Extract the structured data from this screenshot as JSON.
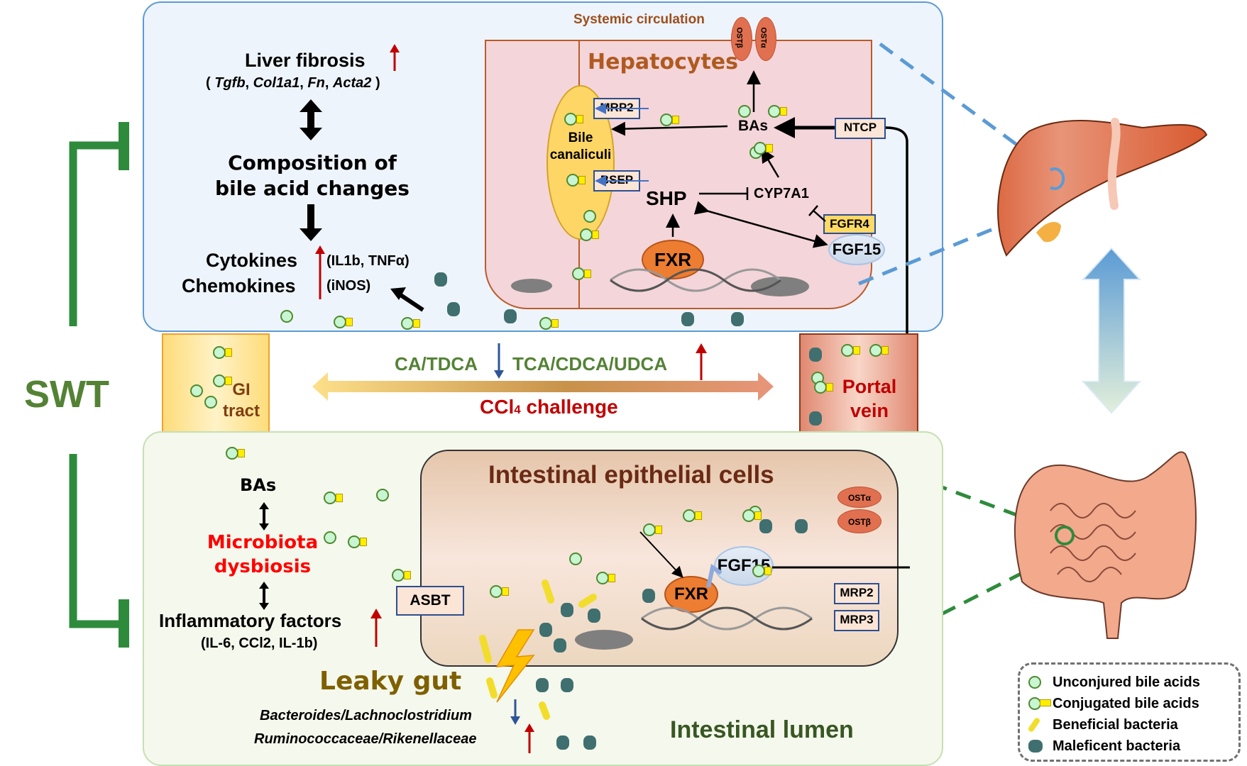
{
  "swt_label": "SWT",
  "liver_panel": {
    "liver_fibrosis": "Liver fibrosis",
    "fibrosis_genes": [
      "Tgfb",
      "Col1a1",
      "Fn",
      "Acta2"
    ],
    "composition_line1": "Composition of",
    "composition_line2": "bile acid changes",
    "cytokines": "Cytokines",
    "cytokines_detail": "(IL1b, TNFα)",
    "chemokines": "Chemokines",
    "chemokines_detail": "(iNOS)",
    "systemic_circulation": "Systemic circulation",
    "hepatocytes": "Hepatocytes",
    "bile_canaliculi_line1": "Bile",
    "bile_canaliculi_line2": "canaliculi",
    "mrp2": "MRP2",
    "bsep": "BSEP",
    "bas": "BAs",
    "ntcp": "NTCP",
    "shp": "SHP",
    "cyp7a1": "CYP7A1",
    "fgfr4": "FGFR4",
    "fgf15": "FGF15",
    "fxr": "FXR",
    "ost_beta": "OSTβ",
    "ost_alpha": "OSTα"
  },
  "middle_band": {
    "gi_tract_line1": "GI",
    "gi_tract_line2": "tract",
    "decreased": "CA/TDCA",
    "increased": "TCA/CDCA/UDCA",
    "challenge_prefix": "CCl",
    "challenge_sub": "4",
    "challenge_suffix": " challenge",
    "portal_line1": "Portal",
    "portal_line2": "vein"
  },
  "gut_panel": {
    "bas": "BAs",
    "microbiota_line1": "Microbiota",
    "microbiota_line2": "dysbiosis",
    "inflammatory": "Inflammatory factors",
    "inflammatory_detail": "(IL-6, CCl2, IL-1b)",
    "asbt": "ASBT",
    "epithelial_title": "Intestinal epithelial cells",
    "ost_alpha": "OSTα",
    "ost_beta": "OSTβ",
    "fgf15": "FGF15",
    "fxr": "FXR",
    "mrp2": "MRP2",
    "mrp3": "MRP3",
    "leaky_gut": "Leaky gut",
    "bacteria_down": "Bacteroides/Lachnoclostridium",
    "bacteria_up": "Ruminococcaceae/Rikenellaceae",
    "lumen": "Intestinal lumen"
  },
  "legend": {
    "items": [
      {
        "icon": "unconjugated-bile-acid-icon",
        "label": "Unconjured bile acids"
      },
      {
        "icon": "conjugated-bile-acid-icon",
        "label": "Conjugated bile acids"
      },
      {
        "icon": "beneficial-bacteria-icon",
        "label": "Beneficial bacteria"
      },
      {
        "icon": "maleficent-bacteria-icon",
        "label": "Maleficent bacteria"
      }
    ]
  },
  "colors": {
    "swt_green": "#548235",
    "bracket_green": "#2e8b3c",
    "up_arrow_red": "#c00000",
    "down_arrow_blue": "#2f5597",
    "liver_panel_border": "#5b9bd5",
    "gut_panel_border": "#c5e0b4",
    "hepatocyte_text": "#b05a20",
    "epithelial_text": "#6b2a15",
    "leaky_gut_text": "#7f6000",
    "lumen_text": "#385723",
    "microbiota_red": "#ff0000",
    "challenge_red": "#c00000",
    "bile_acid_ratio_green": "#548235"
  }
}
